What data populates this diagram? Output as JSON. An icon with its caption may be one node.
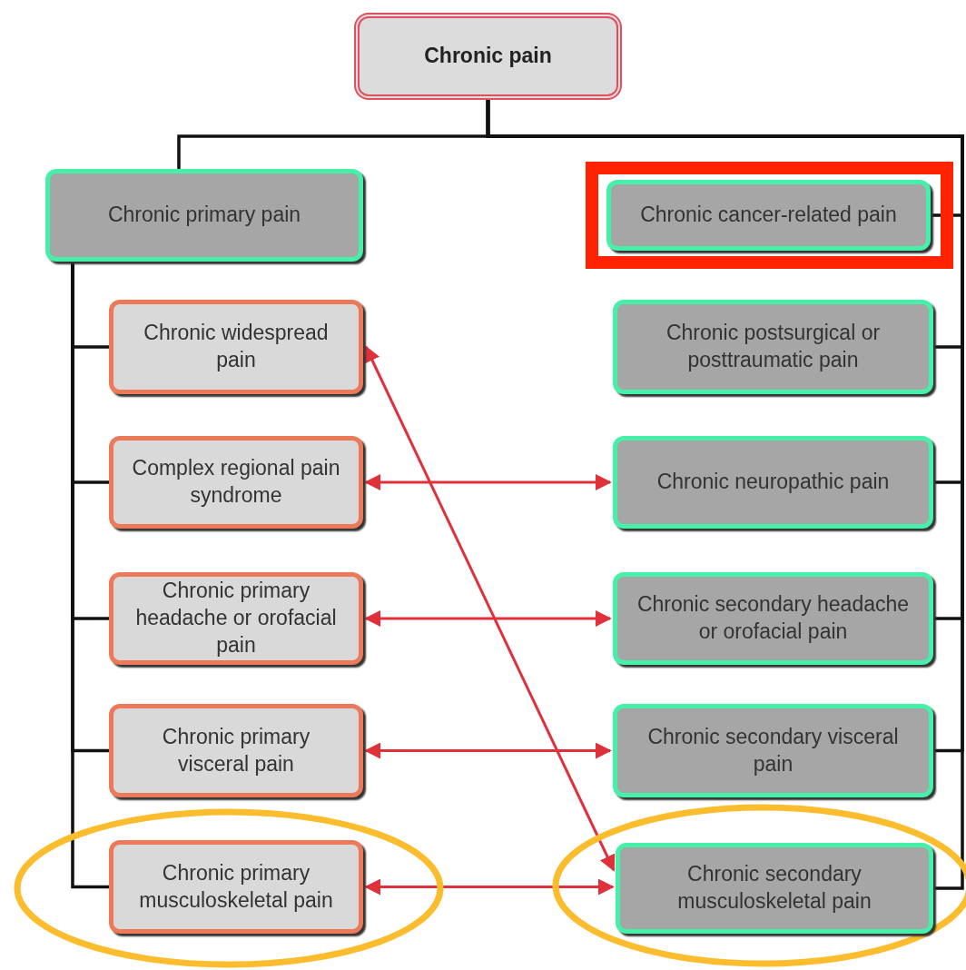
{
  "diagram": {
    "nodes": [
      {
        "text": [
          "Chronic pain"
        ]
      },
      {
        "text": [
          "Chronic primary pain"
        ]
      },
      {
        "text": [
          "Chronic cancer-related pain"
        ]
      },
      {
        "text": [
          "Chronic widespread pain"
        ]
      },
      {
        "text": [
          "Chronic postsurgical or posttraumatic pain"
        ]
      },
      {
        "text": [
          "Complex regional pain syndrome"
        ]
      },
      {
        "text": [
          "Chronic neuropathic pain"
        ]
      },
      {
        "text": [
          "Chronic primary headache or orofacial pain"
        ]
      },
      {
        "text": [
          "Chronic secondary headache or orofacial pain"
        ]
      },
      {
        "text": [
          "Chronic primary visceral pain"
        ]
      },
      {
        "text": [
          "Chronic secondary visceral pain"
        ]
      },
      {
        "text": [
          "Chronic primary musculoskeletal pain"
        ]
      },
      {
        "text": [
          "Chronic secondary musculoskeletal pain"
        ]
      }
    ],
    "edges": [
      {
        "from": 0,
        "to": 1,
        "arrow": "none"
      },
      {
        "from": 0,
        "to": 2,
        "arrow": "none"
      },
      {
        "from": 0,
        "to": 4,
        "arrow": "none"
      },
      {
        "from": 0,
        "to": 6,
        "arrow": "none"
      },
      {
        "from": 0,
        "to": 8,
        "arrow": "none"
      },
      {
        "from": 0,
        "to": 10,
        "arrow": "none"
      },
      {
        "from": 0,
        "to": 12,
        "arrow": "none"
      },
      {
        "from": 1,
        "to": 3,
        "arrow": "none"
      },
      {
        "from": 1,
        "to": 5,
        "arrow": "none"
      },
      {
        "from": 1,
        "to": 7,
        "arrow": "none"
      },
      {
        "from": 1,
        "to": 9,
        "arrow": "none"
      },
      {
        "from": 1,
        "to": 11,
        "arrow": "none"
      },
      {
        "from": 3,
        "to": 12,
        "arrow": "both",
        "color": "#e0303a"
      },
      {
        "from": 5,
        "to": 6,
        "arrow": "both",
        "color": "#e0303a"
      },
      {
        "from": 7,
        "to": 8,
        "arrow": "both",
        "color": "#e0303a"
      },
      {
        "from": 9,
        "to": 10,
        "arrow": "both",
        "color": "#e0303a"
      },
      {
        "from": 11,
        "to": 12,
        "arrow": "both",
        "color": "#e0303a"
      }
    ]
  }
}
